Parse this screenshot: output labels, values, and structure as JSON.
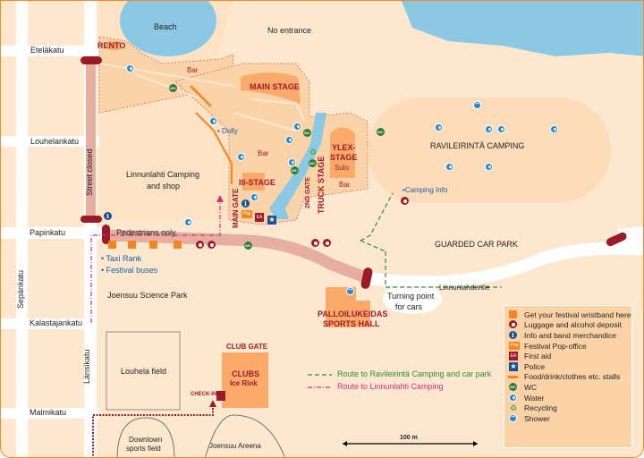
{
  "streets": {
    "etelakatu": "Eteläkatu",
    "louhelankatu": "Louhelankatu",
    "papinkatu": "Papinkatu",
    "kalastajankatu": "Kalastajankatu",
    "malmikatu": "Malmikatu",
    "sepankatu": "Sepänkatu",
    "lansikatu": "Länsikatu",
    "street_closed": "Street closed",
    "linnunlahdentie": "Linnunlahdentie",
    "pedestrians_only": "Pedestrians only"
  },
  "places": {
    "beach": "Beach",
    "no_entrance": "No entrance",
    "rento": "RENTO",
    "bar1": "Bar",
    "bar2": "Bar",
    "bar3": "Bar",
    "main_stage": "MAIN STAGE",
    "dolly": "Dolly",
    "linnunlahti_camping": "Linnunlahti Camping",
    "and_shop": "and shop",
    "iii_stage": "III-STAGE",
    "main_gate": "MAIN GATE",
    "second_gate": "2ND GATE",
    "truck_stage": "TRUCK STAGE",
    "ylex_stage": "YLEX-",
    "ylex_stage2": "STAGE",
    "sulo": "Sulo",
    "ravileirinta_camping": "RAVILEIRINTÄ CAMPING",
    "camping_info": "Camping Info",
    "guarded_car_park": "GUARDED CAR PARK",
    "taxi_rank": "Taxi Rank",
    "festival_buses": "Festival buses",
    "science_park": "Joensuu Science Park",
    "turning_point": "Turning point",
    "for_cars": "for cars",
    "sports_hall1": "PALLOILUKEIDAS",
    "sports_hall2": "SPORTS HALL",
    "louhela_field": "Louhela field",
    "club_gate": "CLUB GATE",
    "clubs": "CLUBS",
    "ice_rink": "Ice Rink",
    "check_in": "CHECK-IN",
    "downtown1": "Downtown",
    "downtown2": "sports field",
    "areena": "Joensuu Areena"
  },
  "routes": {
    "ravileirinta": "Route to Ravileirintä Camping and car park",
    "linnunlahti": "Route to Linnunlahti Camping"
  },
  "scale": "100  m",
  "legend": [
    {
      "icon": "wristband",
      "label": "Get your festival wristband here"
    },
    {
      "icon": "luggage",
      "label": "Luggage and alcohol deposit"
    },
    {
      "icon": "info",
      "label": "Info and band merchandice"
    },
    {
      "icon": "pop-office",
      "label": "Festival Pop-office"
    },
    {
      "icon": "first-aid",
      "label": "First aid"
    },
    {
      "icon": "police",
      "label": "Police"
    },
    {
      "icon": "stall",
      "label": "Food/drink/clothes etc. stalls"
    },
    {
      "icon": "wc",
      "label": "WC"
    },
    {
      "icon": "water",
      "label": "Water"
    },
    {
      "icon": "recycling",
      "label": "Recycling"
    },
    {
      "icon": "shower",
      "label": "Shower"
    }
  ],
  "icon_text": {
    "wc": "WC",
    "info": "i",
    "first_aid": "EA",
    "police": "★",
    "pop": "Pop",
    "recycling": "♻"
  },
  "colors": {
    "background": "#fde8cf",
    "water": "#8ac8e4",
    "accent": "#f6841f",
    "dark_red": "#a0182a",
    "road_closed": "#e6aea0"
  }
}
